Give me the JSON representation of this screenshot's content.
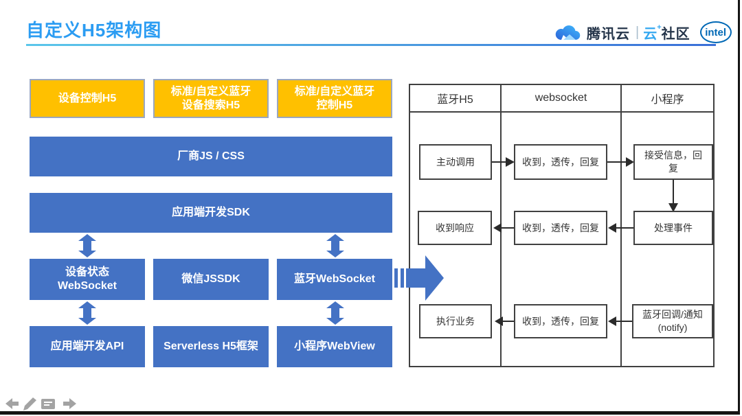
{
  "header": {
    "title": "自定义H5架构图",
    "brand": {
      "tencent_cloud": "腾讯云",
      "divider": "|",
      "community_yun": "云",
      "community_plus": "+",
      "community_shequ": "社区",
      "intel": "intel"
    }
  },
  "architecture": {
    "h5_blocks": [
      "设备控制H5",
      "标准/自定义蓝牙\n设备搜索H5",
      "标准/自定义蓝牙\n控制H5"
    ],
    "vendor_bar": "厂商JS / CSS",
    "sdk_bar": "应用端开发SDK",
    "middle_row": [
      "设备状态\nWebSocket",
      "微信JSSDK",
      "蓝牙WebSocket"
    ],
    "bottom_row": [
      "应用端开发API",
      "Serverless H5框架",
      "小程序WebView"
    ]
  },
  "sequence": {
    "columns": [
      "蓝牙H5",
      "websocket",
      "小程序"
    ],
    "row1": [
      "主动调用",
      "收到，透传，回复",
      "接受信息，回\n复"
    ],
    "row2": [
      "收到响应",
      "收到，透传，回复",
      "处理事件"
    ],
    "row3": [
      "执行业务",
      "收到，透传，回复",
      "蓝牙回调/通知\n(notify)"
    ]
  },
  "colors": {
    "title_blue": "#2B9CF2",
    "block_blue": "#4472C4",
    "block_orange": "#FFC000",
    "diagram_border": "#404040",
    "arrow_black": "#2B2B2B",
    "icon_gray": "#A3A3A3"
  },
  "footer": {
    "icons": [
      "previous-slide",
      "pen",
      "comment",
      "next-slide"
    ]
  }
}
